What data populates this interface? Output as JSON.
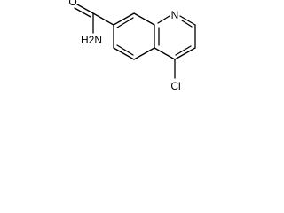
{
  "molecule": {
    "atoms": {
      "ring_nitrogen": "N",
      "carbonyl_oxygen": "O",
      "amide_nitrogen": "H2N",
      "chlorine": "Cl"
    }
  }
}
